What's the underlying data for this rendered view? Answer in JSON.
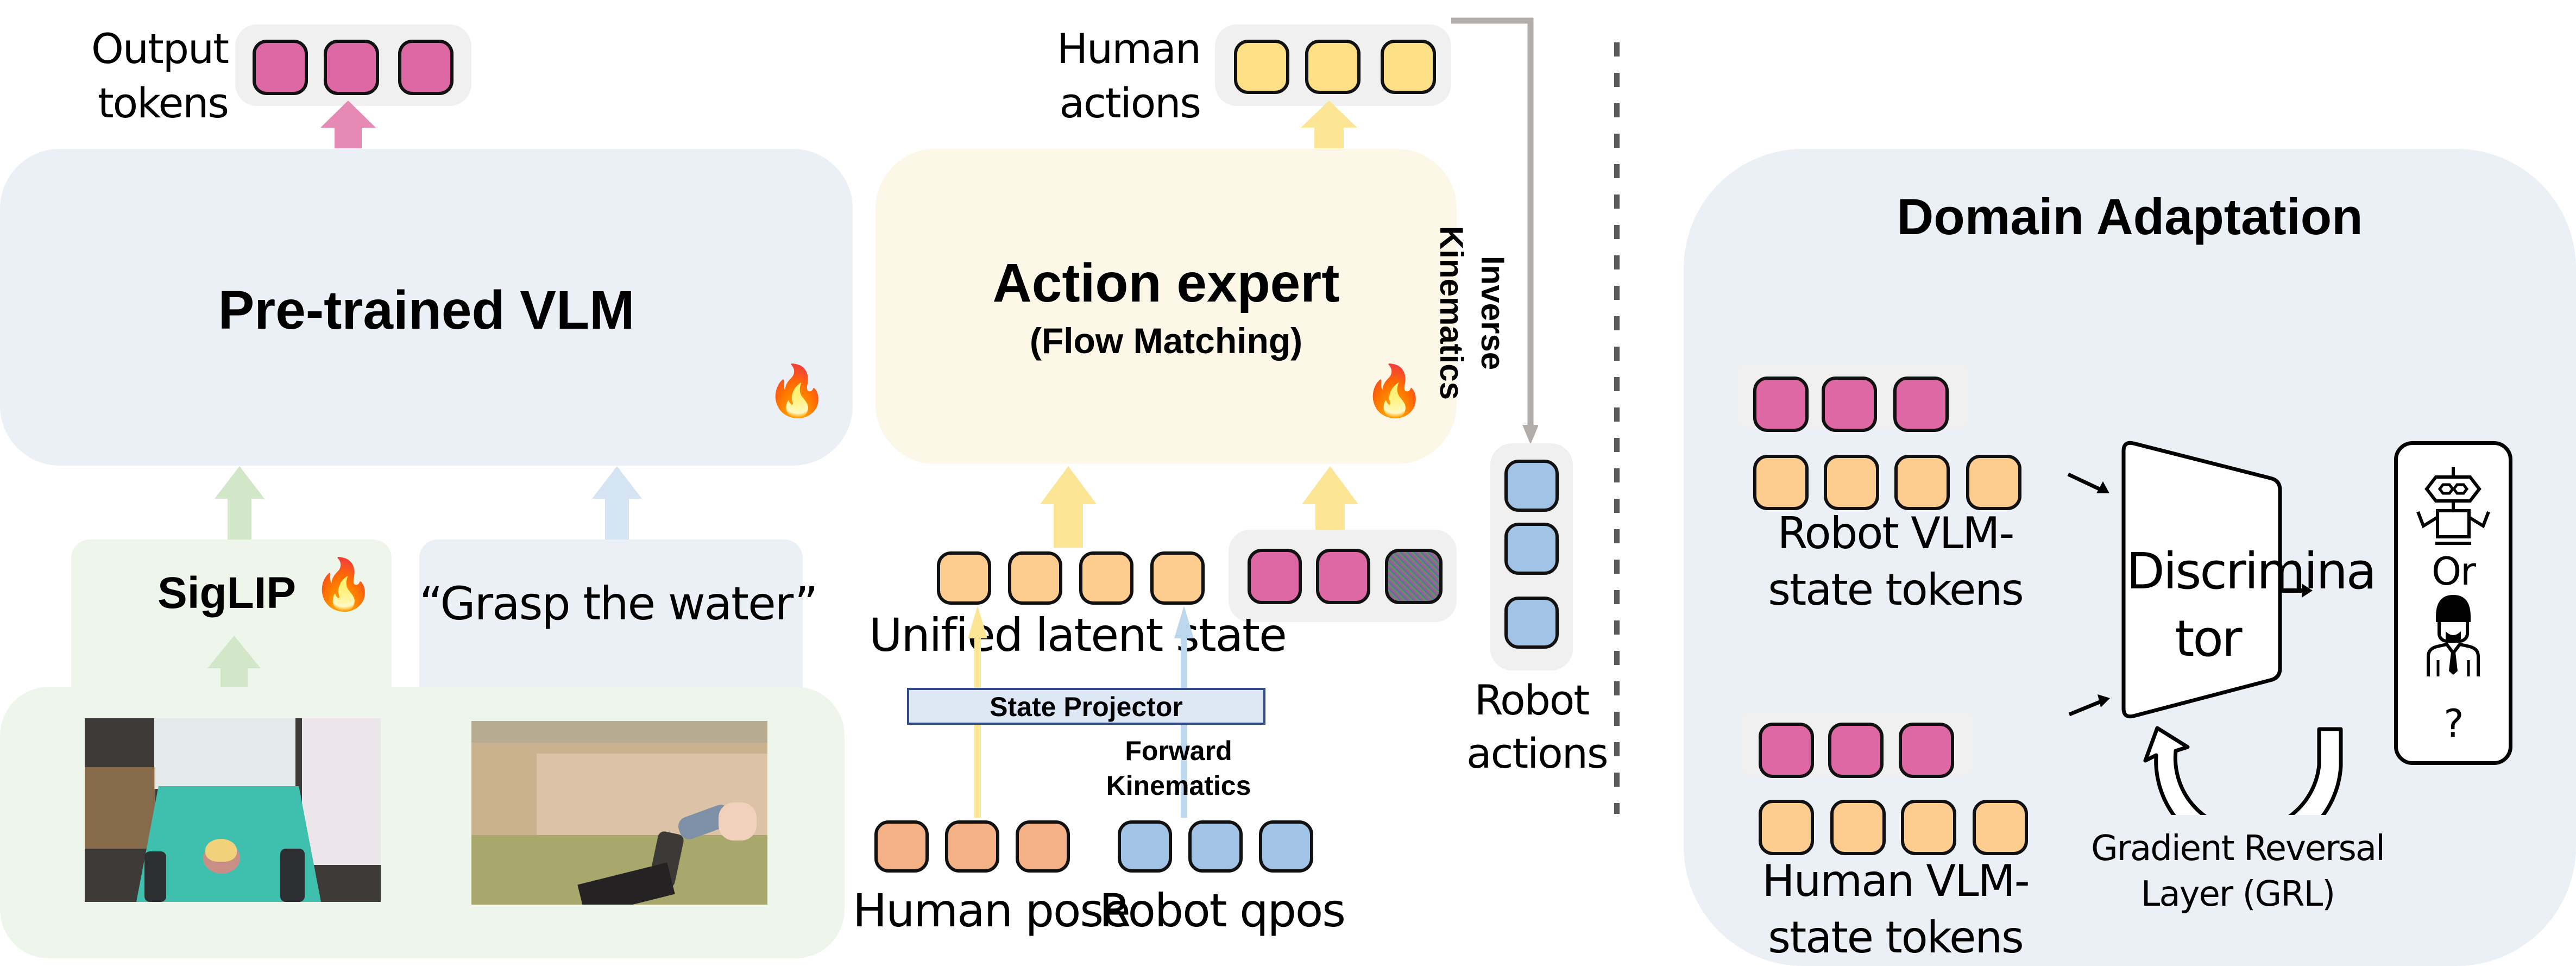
{
  "vlm": {
    "output_label_line1": "Output",
    "output_label_line2": "tokens",
    "title": "Pre-trained VLM",
    "siglip_label": "SigLIP",
    "instruction": "“Grasp the water”",
    "trainable_icon": "fire-icon"
  },
  "action_expert": {
    "human_actions_line1": "Human",
    "human_actions_line2": "actions",
    "title": "Action expert",
    "subtitle": "(Flow Matching)",
    "ik_line1": "Inverse",
    "ik_line2": "Kinematics",
    "robot_actions_line1": "Robot",
    "robot_actions_line2": "actions",
    "unified_state_label": "Unified latent state",
    "state_projector_label": "State Projector",
    "fk_line1": "Forward",
    "fk_line2": "Kinematics",
    "human_pose_label": "Human pose",
    "robot_qpos_label": "Robot qpos"
  },
  "domain_adaptation": {
    "title": "Domain Adaptation",
    "robot_tokens_line1": "Robot VLM-",
    "robot_tokens_line2": "state tokens",
    "human_tokens_line1": "Human VLM-",
    "human_tokens_line2": "state tokens",
    "discriminator_line1": "Discrimina",
    "discriminator_line2": "tor",
    "output_or": "Or",
    "output_question": "?",
    "grl_line1": "Gradient Reversal",
    "grl_line2": "Layer (GRL)"
  },
  "images": {
    "robot_scene": "robot-workspace-photo",
    "human_scene": "human-egocentric-photo"
  },
  "colors": {
    "vlm_token": "#de68a3",
    "action_token": "#fddf86",
    "state_token": "#fdcd90",
    "human_pose_token": "#f4b186",
    "robot_token": "#a1c3e6",
    "vlm_panel": "#ebf0f7",
    "action_panel": "#fdf7e8",
    "vision_panel": "#eef6ec"
  }
}
